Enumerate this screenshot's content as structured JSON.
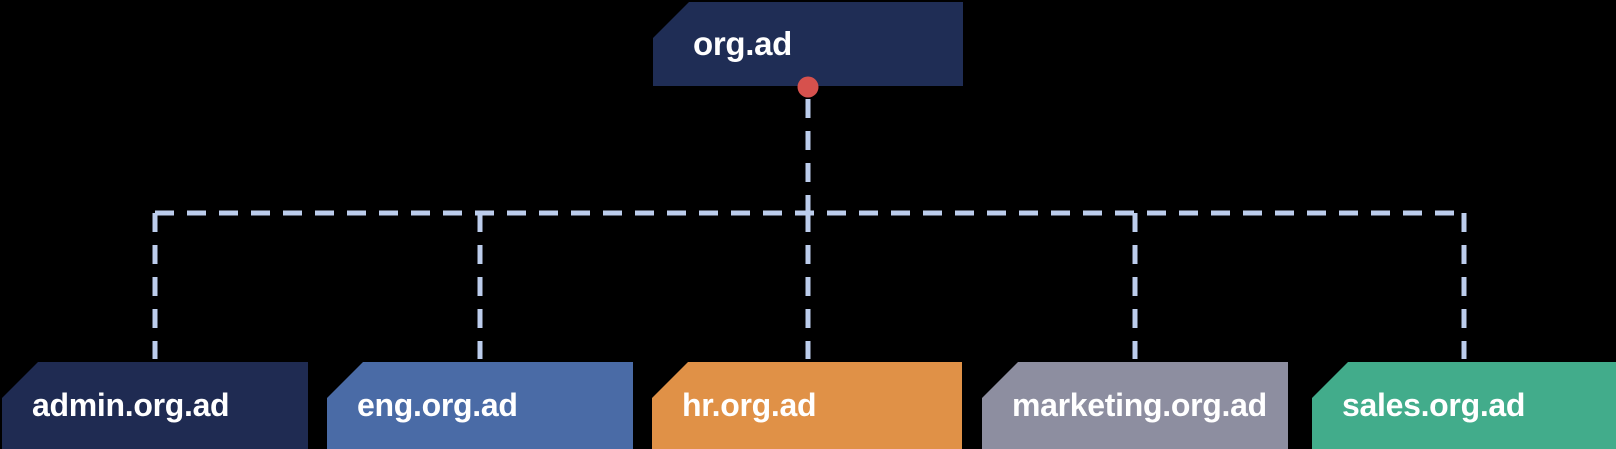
{
  "canvas": {
    "background": "#000000"
  },
  "tree": {
    "root": {
      "label": "org.ad",
      "color": "#1f2d55"
    },
    "children": [
      {
        "label": "admin.org.ad",
        "color": "#1f2b52"
      },
      {
        "label": "eng.org.ad",
        "color": "#4a6ba6"
      },
      {
        "label": "hr.org.ad",
        "color": "#e09147"
      },
      {
        "label": "marketing.org.ad",
        "color": "#8d8ea0"
      },
      {
        "label": "sales.org.ad",
        "color": "#42ac8b"
      }
    ],
    "label_color": "#ffffff",
    "connector": {
      "line_color": "#bccdec",
      "dot_color": "#d6514d"
    }
  }
}
